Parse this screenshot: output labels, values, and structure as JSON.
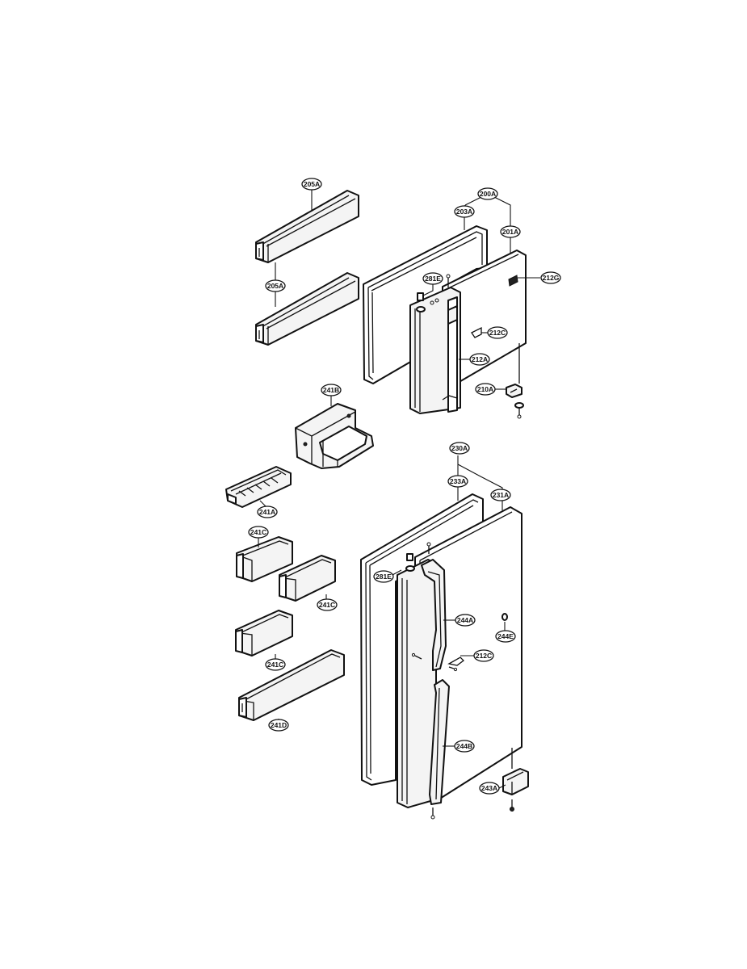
{
  "diagram": {
    "callouts": {
      "c205A_top": "205A",
      "c205A_bot": "205A",
      "c200A": "200A",
      "c203A": "203A",
      "c201A": "201A",
      "c212G": "212G",
      "c281E_top": "281E",
      "c212C_top": "212C",
      "c212A": "212A",
      "c210A": "210A",
      "c241B": "241B",
      "c230A": "230A",
      "c233A": "233A",
      "c231A": "231A",
      "c241A": "241A",
      "c241C_1": "241C",
      "c241C_2": "241C",
      "c241C_3": "241C",
      "c281E_bot": "281E",
      "c244A": "244A",
      "c244E": "244E",
      "c212C_bot": "212C",
      "c241D": "241D",
      "c244B": "244B",
      "c243A": "243A"
    }
  }
}
